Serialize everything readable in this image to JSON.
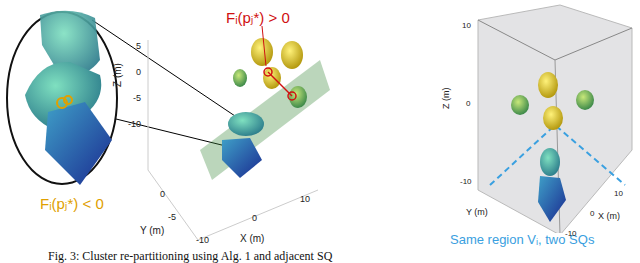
{
  "diagram": {
    "caption": "Fig. 3: Cluster re-partitioning using Alg. 1 and adjacent SQ",
    "labels": [
      "Fᵢ(pⱼ*) < 0",
      "Fᵢ(pⱼ*) > 0",
      "Same region Vᵢ, two SQs",
      "5",
      "0",
      "-5",
      "-10",
      "Z (m)",
      "0",
      "-5",
      "Y (m)",
      "-10",
      "0",
      "10",
      "X (m)",
      "10",
      "0",
      "-10",
      "Z (m)",
      "Y (m)",
      "X (m)",
      "-10",
      "0",
      "10"
    ]
  }
}
